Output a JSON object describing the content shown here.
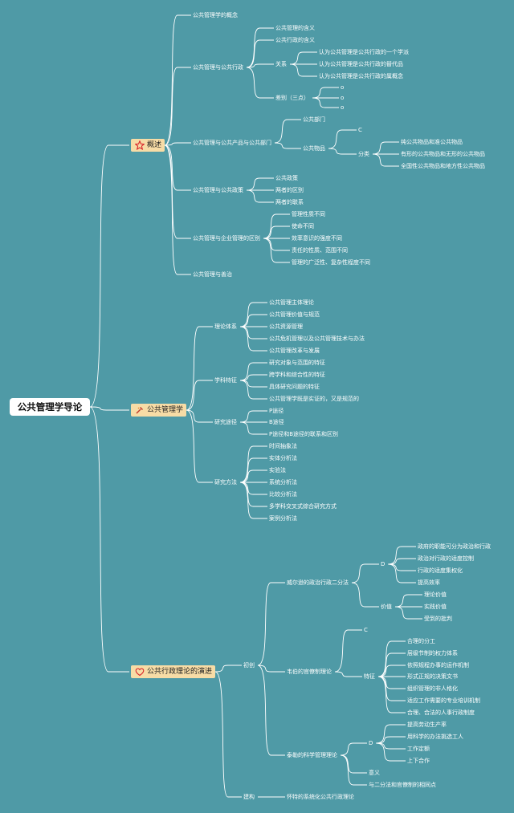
{
  "root": "公共管理学导论",
  "sections": [
    {
      "label": "概述",
      "icon": "star-icon",
      "children": [
        {
          "label": "公共管理学的概念"
        },
        {
          "label": "公共管理与公共行政",
          "children": [
            {
              "label": "公共管理的含义"
            },
            {
              "label": "公共行政的含义"
            },
            {
              "label": "关系",
              "children": [
                {
                  "label": "认为公共管理是公共行政的一个学派"
                },
                {
                  "label": "认为公共管理是公共行政的替代品"
                },
                {
                  "label": "认为公共管理是公共行政的属概念"
                }
              ]
            },
            {
              "label": "差别（三点）",
              "children": [
                {
                  "label": "o"
                },
                {
                  "label": "o"
                },
                {
                  "label": "o"
                }
              ]
            }
          ]
        },
        {
          "label": "公共管理与公共产品与公共部门",
          "children": [
            {
              "label": "公共部门"
            },
            {
              "label": "公共物品",
              "children": [
                {
                  "label": "C"
                },
                {
                  "label": "分类",
                  "children": [
                    {
                      "label": "纯公共物品和准公共物品"
                    },
                    {
                      "label": "有形的公共物品和无形的公共物品"
                    },
                    {
                      "label": "全国性公共物品和地方性公共物品"
                    }
                  ]
                }
              ]
            }
          ]
        },
        {
          "label": "公共管理与公共政策",
          "children": [
            {
              "label": "公共政策"
            },
            {
              "label": "两者的区别"
            },
            {
              "label": "两者的联系"
            }
          ]
        },
        {
          "label": "公共管理与企业管理的区别",
          "children": [
            {
              "label": "管理性质不同"
            },
            {
              "label": "使命不同"
            },
            {
              "label": "效率意识的强度不同"
            },
            {
              "label": "责任的性质、范围不同"
            },
            {
              "label": "管理的广泛性、复杂性程度不同"
            }
          ]
        },
        {
          "label": "公共管理与善治"
        }
      ]
    },
    {
      "label": "公共管理学",
      "icon": "tools-icon",
      "children": [
        {
          "label": "理论体系",
          "children": [
            {
              "label": "公共管理主体理论"
            },
            {
              "label": "公共管理价值与规范"
            },
            {
              "label": "公共资源管理"
            },
            {
              "label": "公共危机管理以及公共管理技术与办法"
            },
            {
              "label": "公共管理改革与发展"
            }
          ]
        },
        {
          "label": "学科特征",
          "children": [
            {
              "label": "研究对象与范围的特征"
            },
            {
              "label": "跨学科和综合性的特征"
            },
            {
              "label": "具体研究问题的特征"
            },
            {
              "label": "公共管理学既是实证的，又是规范的"
            }
          ]
        },
        {
          "label": "研究途径",
          "children": [
            {
              "label": "P途径"
            },
            {
              "label": "B途径"
            },
            {
              "label": "P途径和B途径的联系和区别"
            }
          ]
        },
        {
          "label": "研究方法",
          "children": [
            {
              "label": "时间抽象法"
            },
            {
              "label": "实体分析法"
            },
            {
              "label": "实验法"
            },
            {
              "label": "系统分析法"
            },
            {
              "label": "比较分析法"
            },
            {
              "label": "多学科交叉式综合研究方式"
            },
            {
              "label": "案例分析法"
            }
          ]
        }
      ]
    },
    {
      "label": "公共行政理论的演进",
      "icon": "heart-icon",
      "children": [
        {
          "label": "初创",
          "children": [
            {
              "label": "威尔逊的政治行政二分法",
              "children": [
                {
                  "label": "D",
                  "children": [
                    {
                      "label": "政府的职能可分为政治和行政"
                    },
                    {
                      "label": "政治对行政的适度控制"
                    },
                    {
                      "label": "行政的适度集权化"
                    },
                    {
                      "label": "提高效率"
                    }
                  ]
                },
                {
                  "label": "价值",
                  "children": [
                    {
                      "label": "理论价值"
                    },
                    {
                      "label": "实践价值"
                    },
                    {
                      "label": "受到的批判"
                    }
                  ]
                }
              ]
            },
            {
              "label": "韦伯的官僚制理论",
              "children": [
                {
                  "label": "C"
                },
                {
                  "label": "特征",
                  "children": [
                    {
                      "label": "合理的分工"
                    },
                    {
                      "label": "层级节制的权力体系"
                    },
                    {
                      "label": "依照规程办事的运作机制"
                    },
                    {
                      "label": "形式正规的决策文书"
                    },
                    {
                      "label": "组织管理的非人格化"
                    },
                    {
                      "label": "适应工作需要的专业培训机制"
                    },
                    {
                      "label": "合理、合法的人事行政制度"
                    }
                  ]
                }
              ]
            },
            {
              "label": "泰勒的科学管理理论",
              "children": [
                {
                  "label": "D",
                  "children": [
                    {
                      "label": "提高劳动生产率"
                    },
                    {
                      "label": "用科学的办法挑选工人"
                    },
                    {
                      "label": "工作定额"
                    },
                    {
                      "label": "上下合作"
                    }
                  ]
                },
                {
                  "label": "意义"
                },
                {
                  "label": "与二分法和官僚制的相同点"
                }
              ]
            }
          ]
        },
        {
          "label": "建构",
          "children": [
            {
              "label": "怀特的系统化公共行政理论"
            }
          ]
        }
      ]
    }
  ]
}
